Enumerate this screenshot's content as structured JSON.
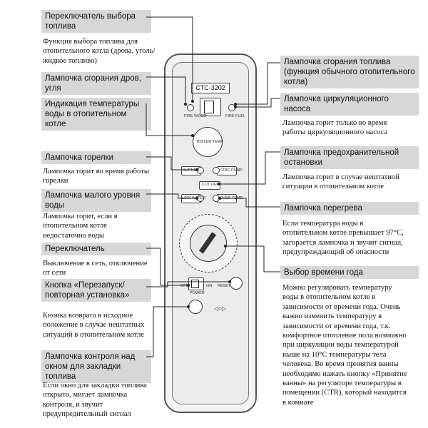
{
  "left": {
    "fuel_switch_title": "Переключатель выбора топлива",
    "fuel_switch_desc": "Функция выбора топлива для отопительного котла (дрова, уголь/жидкое топливо)",
    "wood_lamp_title": "Лампочка сгорания дров, угля",
    "temp_indicator_title": "Индикация температуры воды в отопительном котле",
    "burner_lamp_title": "Лампочка горелки",
    "burner_lamp_desc": "Лампочка горит во время работы горелки",
    "low_water_title": "Лампочка малого уровня воды",
    "low_water_desc": "Лампочка горит, если в отопительном котле недостаточно воды",
    "power_switch_title": "Переключатель",
    "power_switch_desc": "Выключение в сеть, отключение от сети",
    "reset_button_title": "Кнопка «Перезапуск/повторная установка»",
    "reset_button_desc": "Кнопка возврата в исходное положение в случае нештатных ситуаций в отопительном котле",
    "control_lamp_title": "Лампочка контроля над окном для закладки топлива",
    "control_lamp_desc": "Если окно для закладки топлива открыто, мигает лампочка контроля, и звучит предупредительный сигнал"
  },
  "right": {
    "fuel_burn_lamp_title": "Лампочка сгорания топлива (функция обычного отопительного котла)",
    "circ_pump_title": "Лампочка циркуляционного насоса",
    "circ_pump_desc": "Лампочка горит только во время работы циркуляционного насоса",
    "safety_lamp_title": "Лампочка предохранительной остановки",
    "safety_lamp_desc": "Лампочка горит в случае нештатной ситуации в отопительном котле",
    "overheat_title": "Лампочка перегрева",
    "overheat_desc": "Если температура воды в отопительном котле превышает 97°C, загорается лампочка и звучит сигнал, предупреждающий об опасности",
    "season_title": "Выбор времени года",
    "season_desc": "Можно регулировать температуру воды в отопительном котле в зависимости от времени года. Очень важно изменить температуру в зависимости от времени года, т.к. комфортное отопление пола возможно при циркуляции воды температурой выше на 10°C температуры тела человека. Во время принятия ванны необходимо нажать кнопку «Принятие ванны» на регуляторе температуры в помещении (CTR), который находится в комнате"
  },
  "panel": {
    "model": "CTC-3202",
    "boiler_temp": "BOILER TEMP",
    "fire_wood": "FIRE WOOD",
    "fire_fuel": "FIRE FUEL",
    "burner": "BURNER",
    "circ_pump": "CIRC PUMP",
    "low_water": "LOW WATER",
    "cut_off": "CUT OFF",
    "over_temp": "OVER TEMP",
    "power_on": "ON",
    "power_off": "OFF",
    "power": "POWER",
    "reset": "RESET"
  }
}
